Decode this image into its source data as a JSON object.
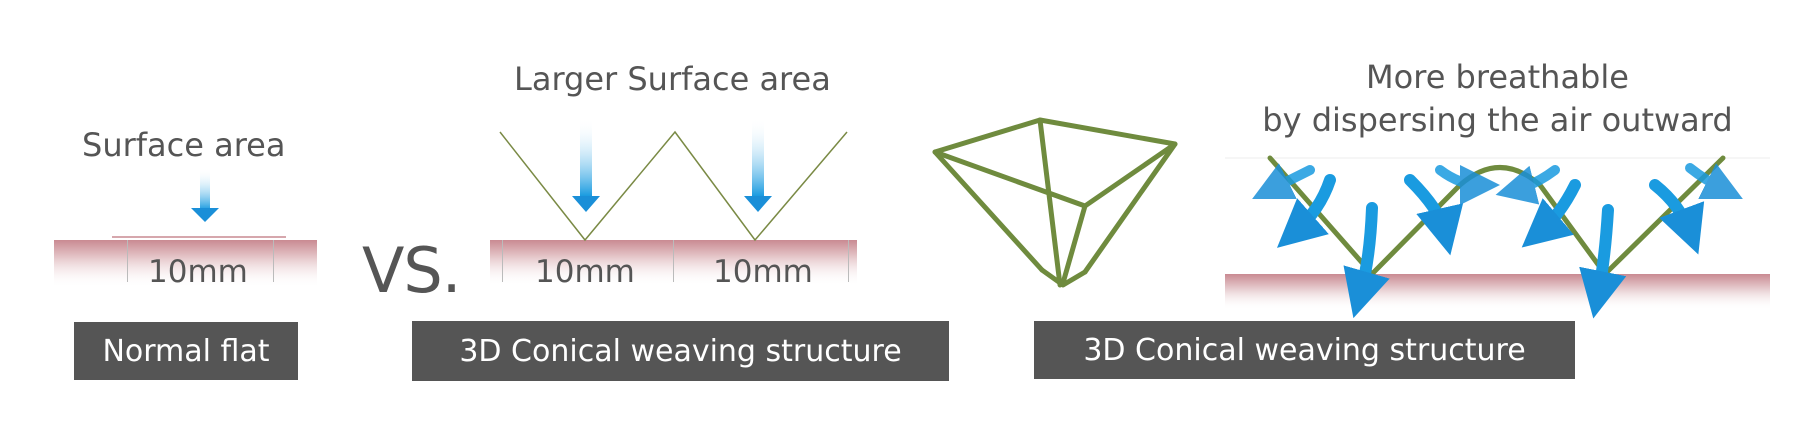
{
  "panel_flat": {
    "caption": "Surface area",
    "measure": "10mm",
    "label": "Normal flat"
  },
  "vs_text": "VS.",
  "panel_conical": {
    "caption": "Larger Surface area",
    "measure_left": "10mm",
    "measure_right": "10mm",
    "label": "3D Conical weaving structure"
  },
  "panel_breathable": {
    "caption_line1": "More breathable",
    "caption_line2": "by dispersing the air outward",
    "label": "3D Conical weaving structure"
  },
  "colors": {
    "label_bg": "#555555",
    "label_text": "#ffffff",
    "fabric": "#c98f96",
    "fiber_green": "#6f8b3e",
    "arrow_blue": "#1a9be0",
    "text_gray": "#555555"
  }
}
